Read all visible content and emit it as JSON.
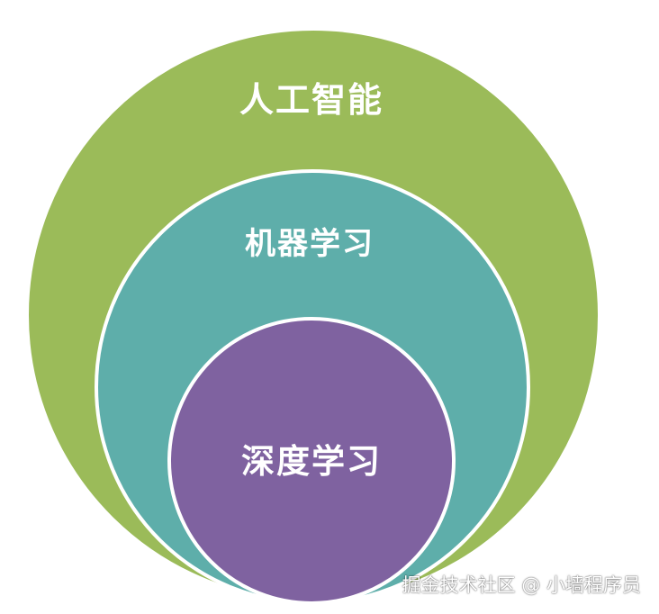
{
  "diagram": {
    "outer": {
      "label": "人工智能",
      "color": "#9bbb59"
    },
    "middle": {
      "label": "机器学习",
      "color": "#5eaeaa"
    },
    "inner": {
      "label": "深度学习",
      "color": "#7f62a0"
    },
    "stroke_color": "#ffffff"
  },
  "watermark": "掘金技术社区 @ 小墙程序员"
}
